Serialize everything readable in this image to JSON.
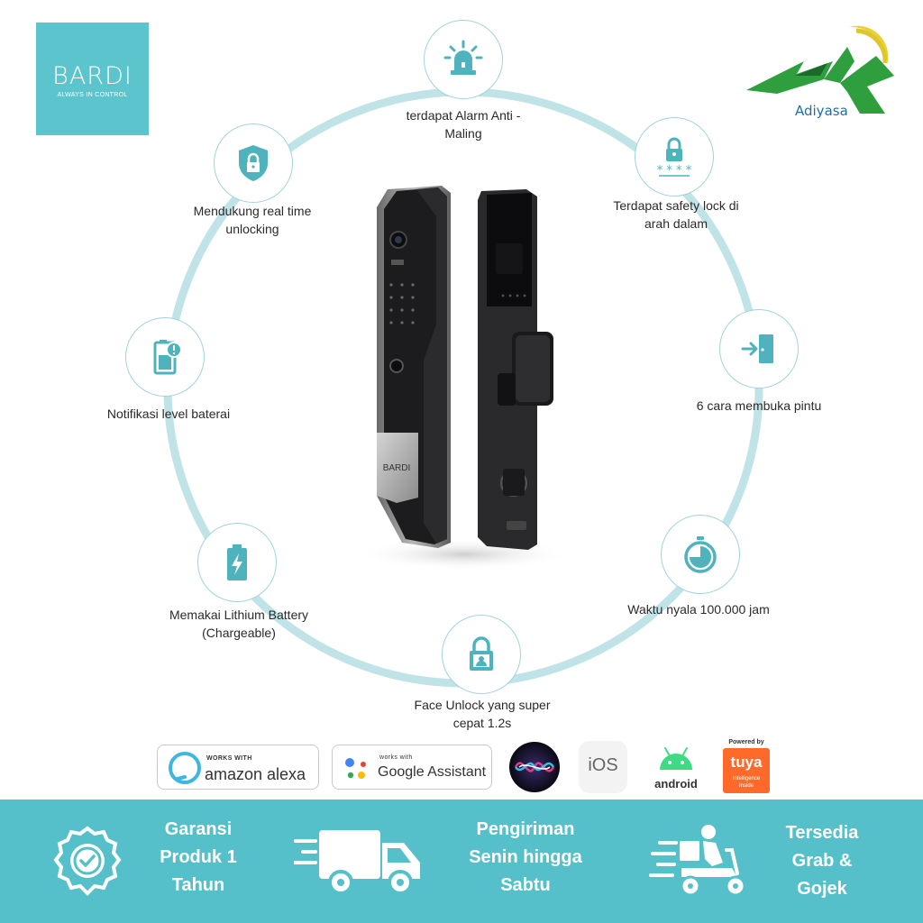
{
  "brand": {
    "name": "BARDI",
    "tagline": "ALWAYS IN CONTROL",
    "color": "#5bc4cc"
  },
  "seller": {
    "name": "Adiyasa",
    "mark": "AK"
  },
  "product": {
    "front_plate_label": "BARDI"
  },
  "features": [
    {
      "icon": "alarm-icon",
      "lines": [
        "terdapat Alarm Anti -",
        "Maling"
      ]
    },
    {
      "icon": "keypad-lock-icon",
      "lines": [
        "Terdapat safety lock di",
        "arah dalam"
      ]
    },
    {
      "icon": "door-enter-icon",
      "lines": [
        "6 cara membuka pintu"
      ]
    },
    {
      "icon": "stopwatch-icon",
      "lines": [
        "Waktu nyala 100.000 jam"
      ]
    },
    {
      "icon": "face-lock-icon",
      "lines": [
        "Face Unlock yang super",
        "cepat 1.2s"
      ]
    },
    {
      "icon": "battery-icon",
      "lines": [
        "Memakai Lithium Battery",
        "(Chargeable)"
      ]
    },
    {
      "icon": "battery-alert-icon",
      "lines": [
        "Notifikasi level baterai"
      ]
    },
    {
      "icon": "shield-lock-icon",
      "lines": [
        "Mendukung real time",
        "unlocking"
      ]
    }
  ],
  "compatibility": {
    "alexa": {
      "small": "WORKS WITH",
      "main": "amazon alexa"
    },
    "google": {
      "small": "works with",
      "main": "Google Assistant"
    },
    "siri": {
      "icon": "siri-icon"
    },
    "ios": {
      "label": "iOS"
    },
    "android": {
      "label": "android"
    },
    "tuya": {
      "small": "Powered by",
      "main": "tuya",
      "sub": "Intelligence Inside"
    }
  },
  "benefits": [
    {
      "icon": "warranty-badge-icon",
      "lines": [
        "Garansi",
        "Produk 1",
        "Tahun"
      ]
    },
    {
      "icon": "delivery-truck-icon",
      "lines": []
    },
    {
      "icon": "shipping-text",
      "lines": [
        "Pengiriman",
        "Senin hingga",
        "Sabtu"
      ]
    },
    {
      "icon": "courier-scooter-icon",
      "lines": [
        "Tersedia",
        "Grab &",
        "Gojek"
      ]
    }
  ],
  "colors": {
    "accent": "#55c0c9",
    "ring": "#bfe3e6",
    "icon_teal": "#4fb3bd",
    "seller_green": "#2e9e3e",
    "seller_blue": "#1e6fa8"
  }
}
